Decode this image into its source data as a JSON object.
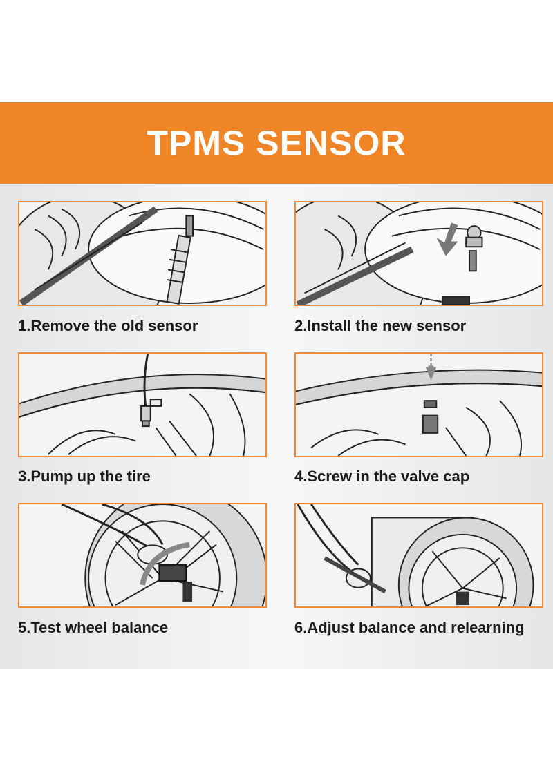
{
  "banner": {
    "title": "TPMS SENSOR"
  },
  "steps": [
    {
      "caption": "1.Remove the old sensor"
    },
    {
      "caption": "2.Install the new sensor"
    },
    {
      "caption": "3.Pump up the tire"
    },
    {
      "caption": "4.Screw in the valve cap"
    },
    {
      "caption": "5.Test wheel balance"
    },
    {
      "caption": "6.Adjust balance and relearning"
    }
  ],
  "colors": {
    "accent": "#ef8527",
    "frame": "#ee8a3b",
    "text": "#1a1a1a",
    "line": "#222222"
  }
}
